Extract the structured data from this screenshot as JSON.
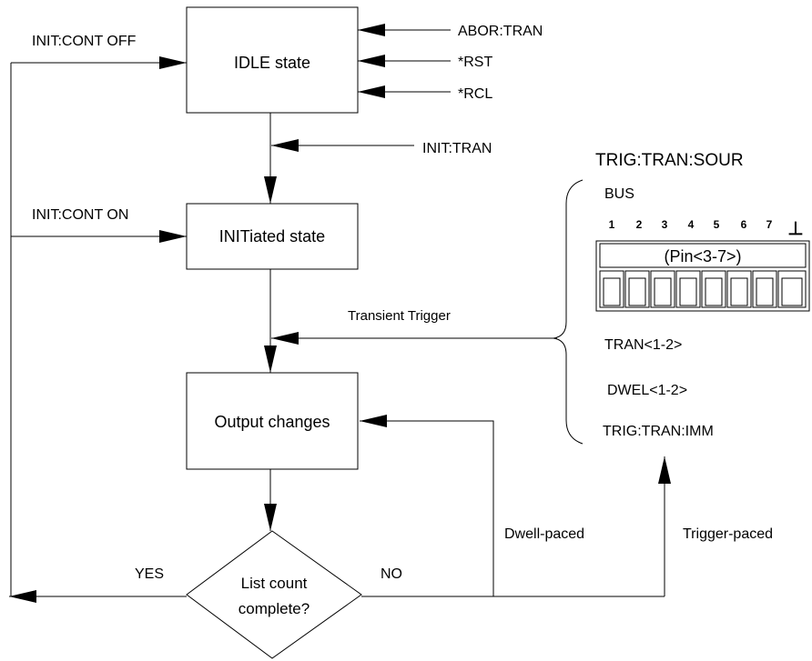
{
  "states": {
    "idle": "IDLE state",
    "initiated": "INITiated state",
    "output": "Output changes",
    "decision_line1": "List count",
    "decision_line2": "complete?"
  },
  "commands": {
    "abor_tran": "ABOR:TRAN",
    "rst": "*RST",
    "rcl": "*RCL",
    "init_tran": "INIT:TRAN",
    "init_cont_off": "INIT:CONT OFF",
    "init_cont_on": "INIT:CONT ON"
  },
  "labels": {
    "transient_trigger": "Transient Trigger",
    "yes": "YES",
    "no": "NO",
    "dwell_paced": "Dwell-paced",
    "trigger_paced": "Trigger-paced"
  },
  "trigger_source": {
    "title": "TRIG:TRAN:SOUR",
    "bus": "BUS",
    "connector_label": "(Pin<3-7>)",
    "pin_numbers": [
      "1",
      "2",
      "3",
      "4",
      "5",
      "6",
      "7"
    ],
    "ground_symbol": "⊥",
    "tran": "TRAN<1-2>",
    "dwel": "DWEL<1-2>",
    "imm": "TRIG:TRAN:IMM"
  }
}
